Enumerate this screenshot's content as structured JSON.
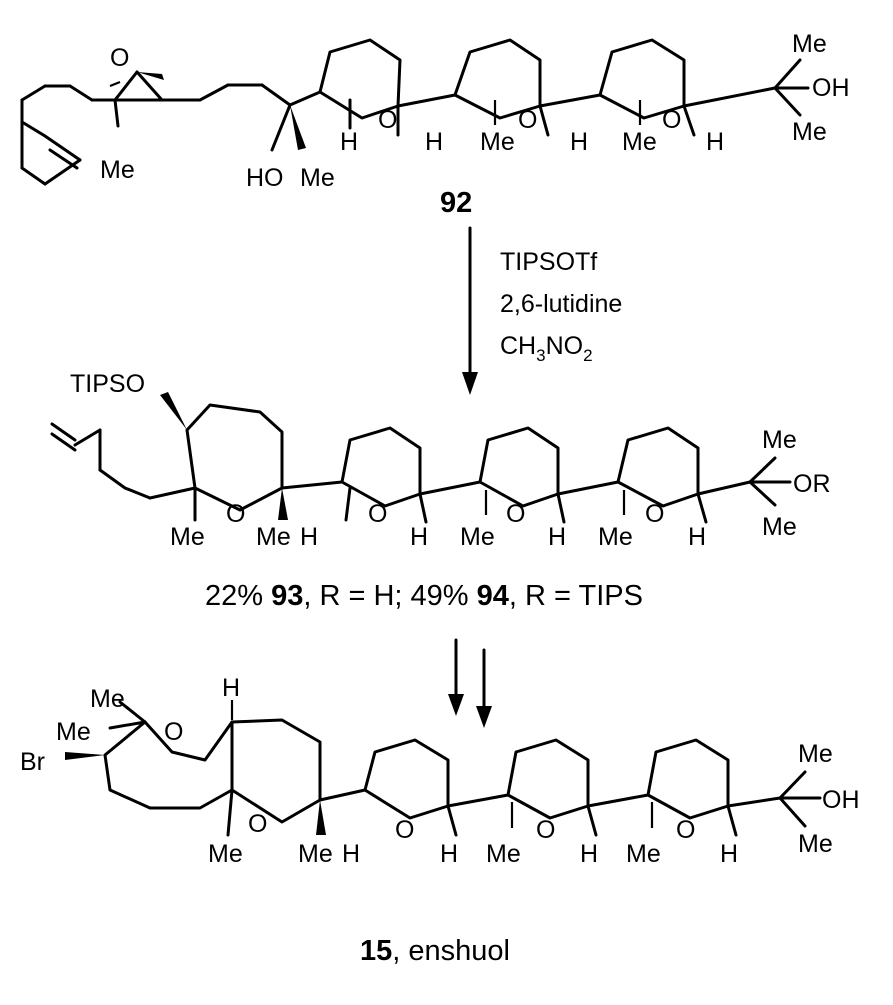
{
  "compound_92": {
    "label": "92",
    "atoms": {
      "o": "O",
      "h": "H",
      "me": "Me",
      "ho": "HO",
      "oh": "OH"
    }
  },
  "reagents": {
    "line1": "TIPSOTf",
    "line2": "2,6-lutidine",
    "line3_a": "CH",
    "line3_sub1": "3",
    "line3_b": "NO",
    "line3_sub2": "2"
  },
  "compound_93_94": {
    "atoms": {
      "tipso": "TIPSO",
      "o": "O",
      "h": "H",
      "me": "Me",
      "or": "OR"
    },
    "caption": {
      "p1": "22%",
      "n93": "93",
      "p2": ", R = H; 49%",
      "n94": "94",
      "p3": ", R = TIPS"
    }
  },
  "compound_15": {
    "atoms": {
      "br": "Br",
      "o": "O",
      "h": "H",
      "me": "Me",
      "oh": "OH"
    },
    "caption": {
      "number": "15",
      "name": ", enshuol"
    }
  },
  "colors": {
    "ink": "#000000",
    "background": "#ffffff"
  }
}
